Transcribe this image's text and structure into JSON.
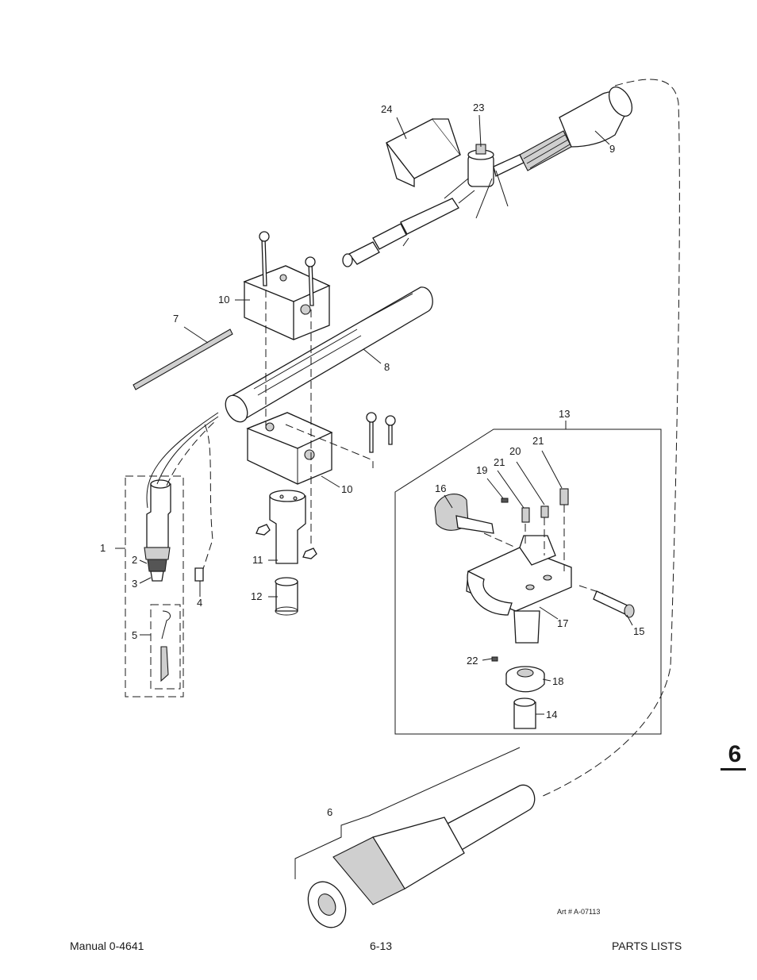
{
  "callouts": {
    "c1": "1",
    "c2": "2",
    "c3": "3",
    "c4": "4",
    "c5": "5",
    "c6": "6",
    "c7": "7",
    "c8": "8",
    "c9": "9",
    "c10a": "10",
    "c10b": "10",
    "c11": "11",
    "c12": "12",
    "c13": "13",
    "c14": "14",
    "c15": "15",
    "c16": "16",
    "c17": "17",
    "c18": "18",
    "c19": "19",
    "c20": "20",
    "c21a": "21",
    "c21b": "21",
    "c22": "22",
    "c23": "23",
    "c24": "24"
  },
  "art_number": "Art # A-07113",
  "footer": {
    "left": "Manual 0-4641",
    "center": "6-13",
    "right": "PARTS LISTS"
  },
  "section_tab": "6"
}
